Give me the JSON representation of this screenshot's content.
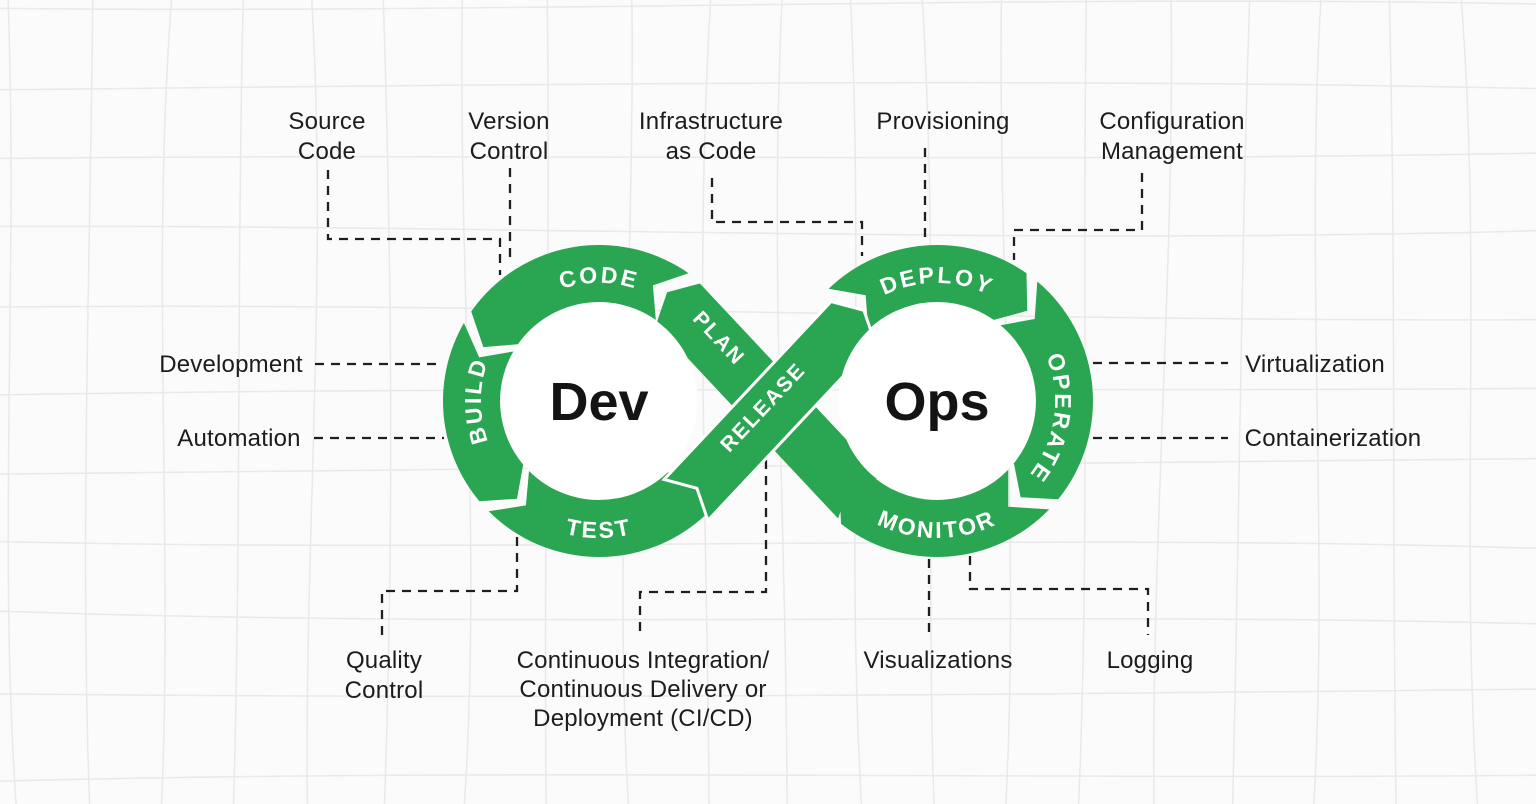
{
  "diagram": {
    "dev": "Dev",
    "ops": "Ops",
    "accent_green": "#2aa552",
    "segments": {
      "code": "CODE",
      "build": "BUILD",
      "test": "TEST",
      "plan": "PLAN",
      "release": "RELEASE",
      "deploy": "DEPLOY",
      "operate": "OPERATE",
      "monitor": "MONITOR"
    }
  },
  "callouts": {
    "source_code": "Source\nCode",
    "version_control": "Version\nControl",
    "infrastructure_as_code": "Infrastructure\nas Code",
    "provisioning": "Provisioning",
    "configuration_management": "Configuration\nManagement",
    "development": "Development",
    "automation": "Automation",
    "virtualization": "Virtualization",
    "containerization": "Containerization",
    "quality_control": "Quality\nControl",
    "ci_cd": "Continuous Integration/\nContinuous Delivery or\nDeployment (CI/CD)",
    "visualizations": "Visualizations",
    "logging": "Logging"
  }
}
